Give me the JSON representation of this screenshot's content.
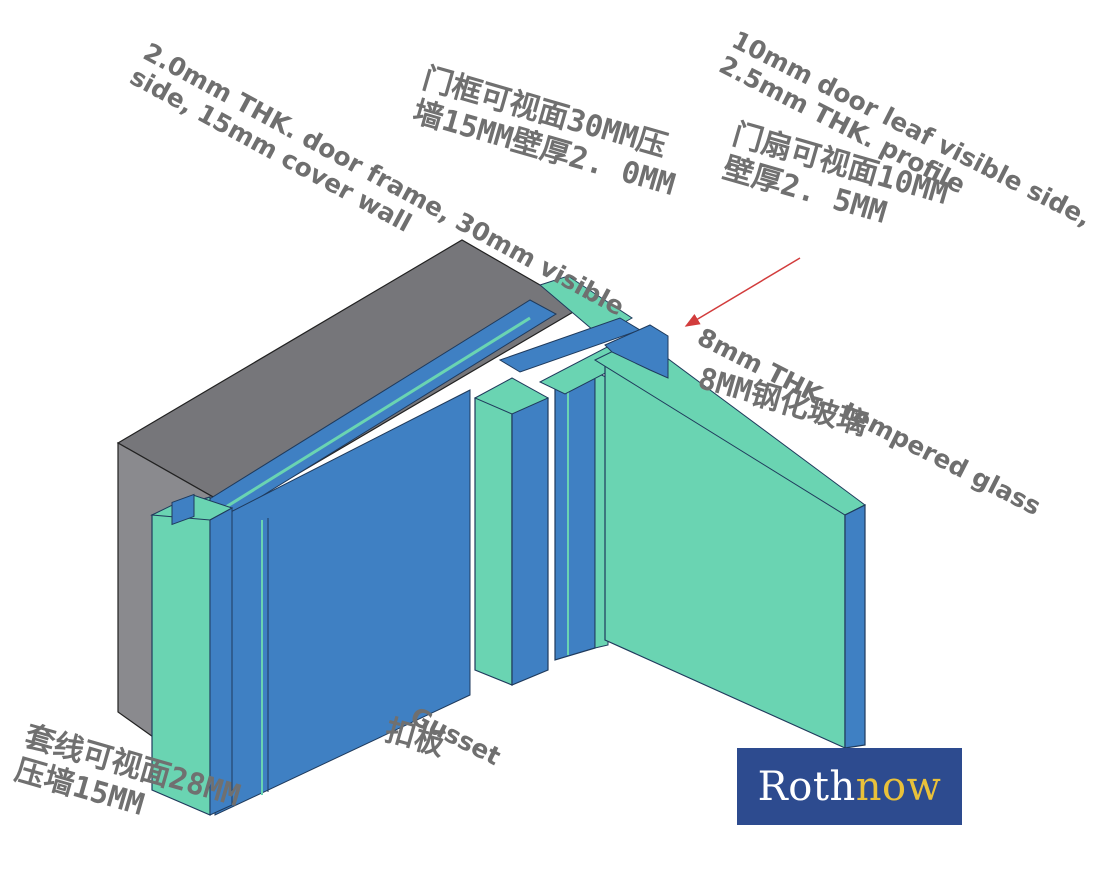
{
  "colors": {
    "wall_front": "#8a8a8e",
    "wall_top": "#76767a",
    "profile_blue": "#3f80c3",
    "profile_green": "#6ad4b2",
    "glass_green": "#6ad4b2",
    "glass_edge": "#3f80c3",
    "arrow": "#d23c3c",
    "label_text": "#6f6f6f",
    "logo_bg": "#2d4b8f",
    "logo_text": "#ffffff",
    "logo_accent": "#e9c13a"
  },
  "labels": {
    "frame_en": "2.0mm THK. door frame, 30mm visible\nside, 15mm cover wall",
    "frame_cn": "门框可视面30MM压\n墙15MM壁厚2. 0MM",
    "leaf_en": "10mm door leaf visible side,\n2.5mm THK. profile",
    "leaf_cn": "门扇可视面10MM\n壁厚2. 5MM",
    "glass_en": "8mm THK.  tempered glass",
    "glass_cn": "8MM钢化玻璃",
    "gusset_en": "Gusset",
    "gusset_cn": "扣板",
    "casing_cn": "套线可视面28MM\n压墙15MM"
  },
  "logo": {
    "part1": "Roth",
    "part2": "now"
  }
}
